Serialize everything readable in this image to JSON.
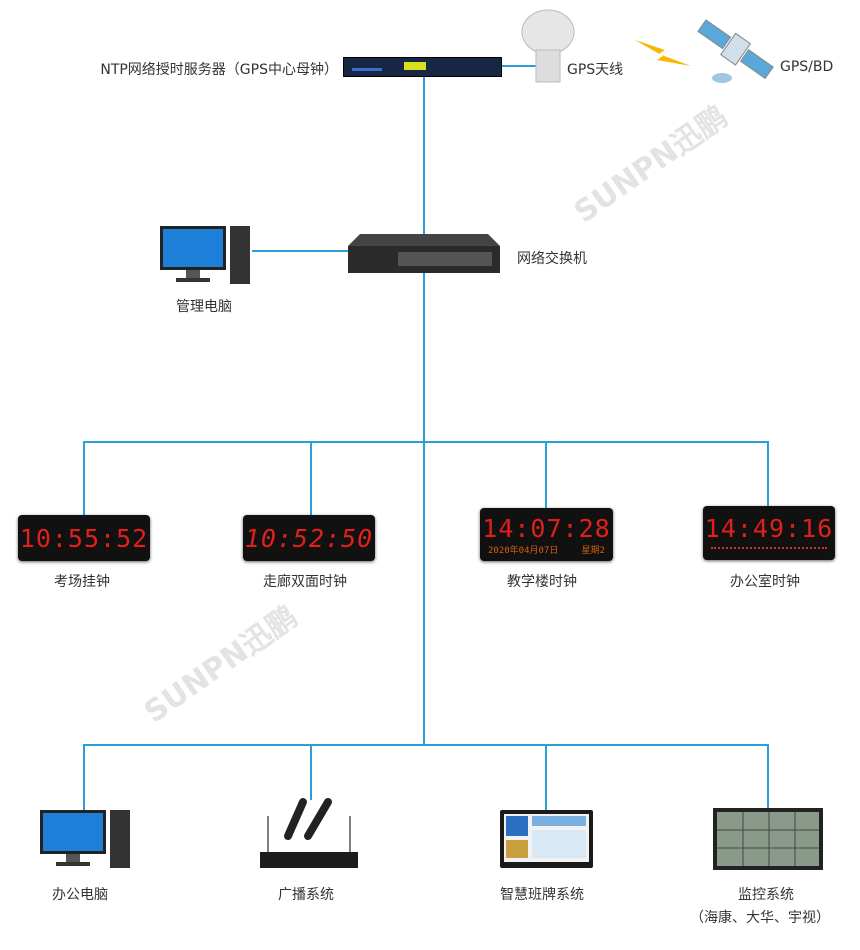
{
  "top": {
    "server_label": "NTP网络授时服务器（GPS中心母钟）",
    "antenna_label": "GPS天线",
    "satellite_label": "GPS/BD"
  },
  "switch": {
    "label": "网络交换机"
  },
  "admin_pc": {
    "label": "管理电脑"
  },
  "clocks": [
    {
      "label": "考场挂钟",
      "time": "10:55:52"
    },
    {
      "label": "走廊双面时钟",
      "time": "10:52:50"
    },
    {
      "label": "教学楼时钟",
      "time": "14:07:28",
      "date": "2020年04月07日",
      "weekday": "星期2"
    },
    {
      "label": "办公室时钟",
      "time": "14:49:16"
    }
  ],
  "systems": [
    {
      "label": "办公电脑"
    },
    {
      "label": "广播系统"
    },
    {
      "label": "智慧班牌系统"
    },
    {
      "label": "监控系统",
      "sub": "（海康、大华、宇视）"
    }
  ],
  "watermark": "SUNPN迅鹏",
  "colors": {
    "line": "#2b9fd8",
    "led": "#e0201a"
  }
}
